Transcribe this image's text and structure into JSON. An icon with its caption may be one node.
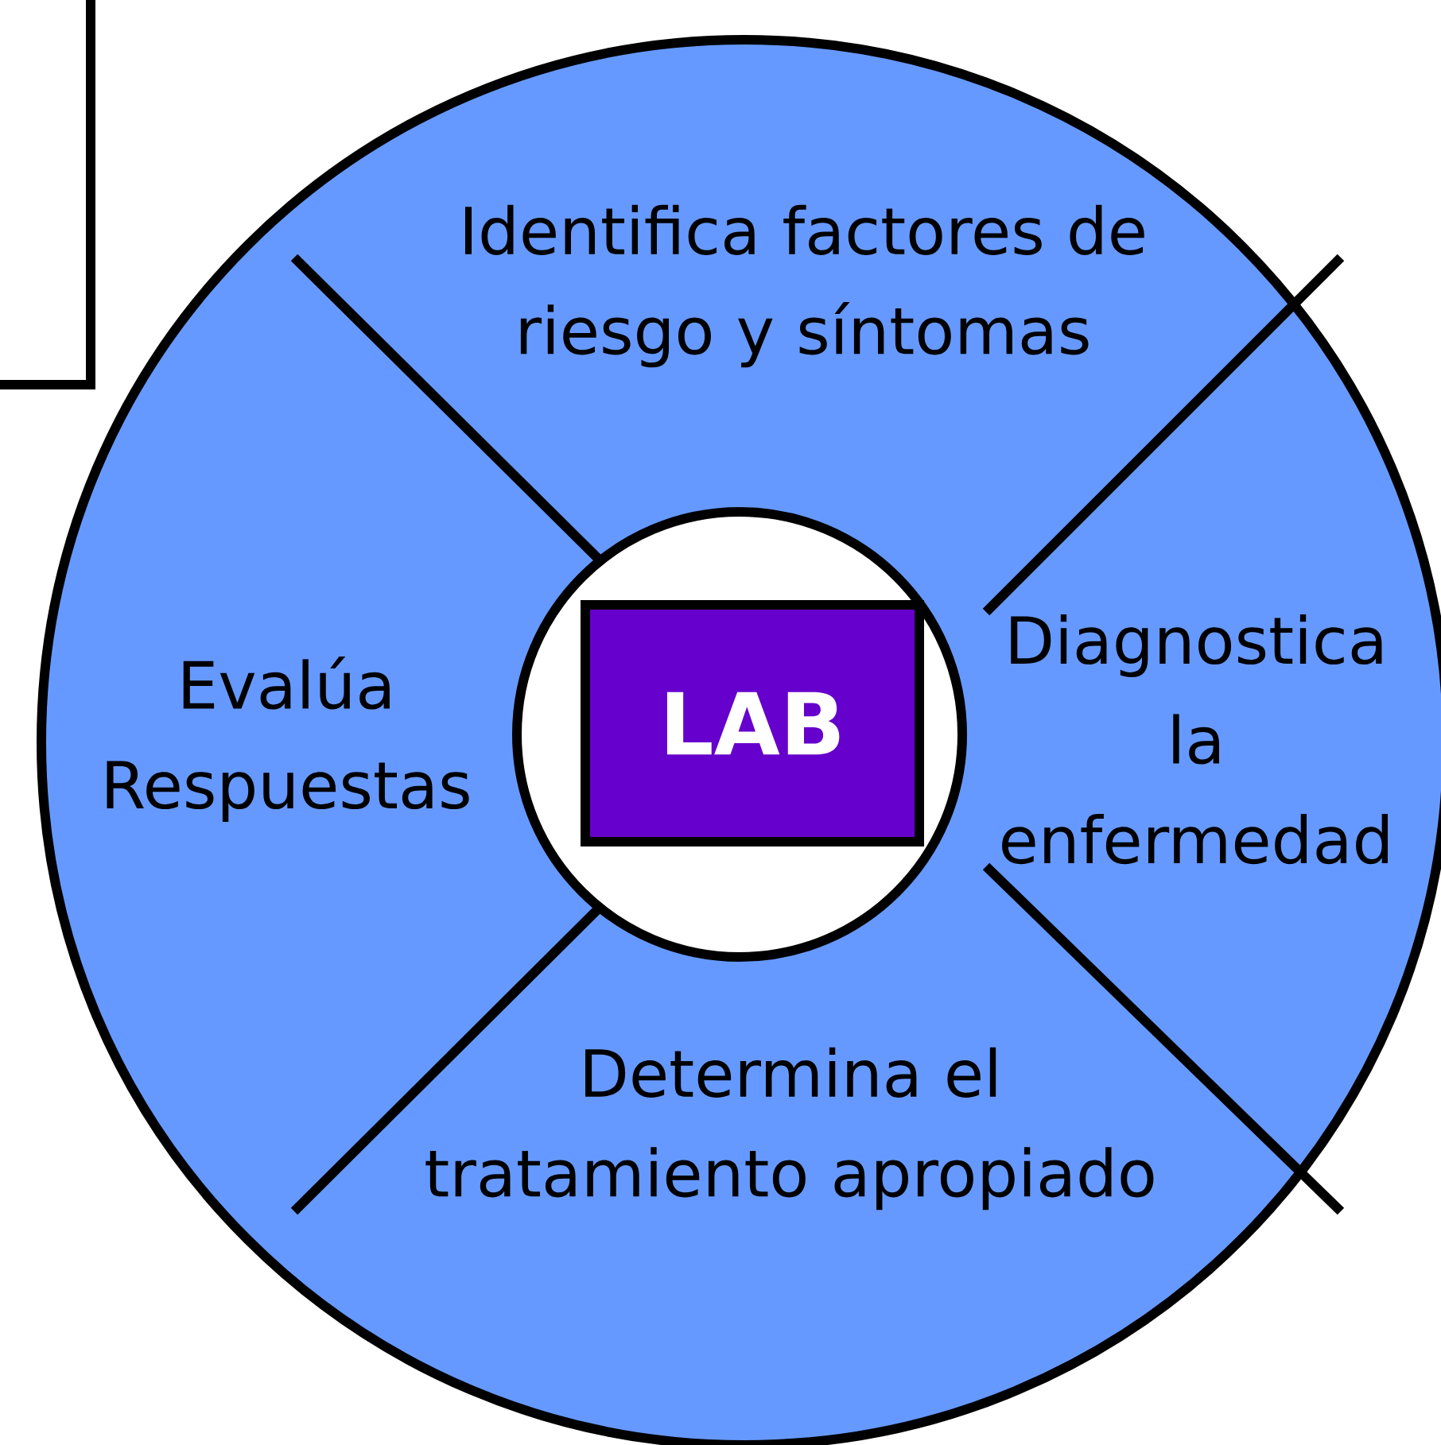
{
  "diagram": {
    "nodes": [
      {
        "text": [],
        "shape": "box"
      },
      {
        "text": [
          "Identifica factores de riesgo y síntomas",
          "Diagnostica la enfermedad",
          "Determina el tratamiento apropiado",
          "Evalúa Respuestas"
        ]
      },
      {
        "text": [],
        "shape": "circle",
        "in": 1
      },
      {
        "text": [
          "LAB"
        ],
        "in": 2
      }
    ]
  }
}
